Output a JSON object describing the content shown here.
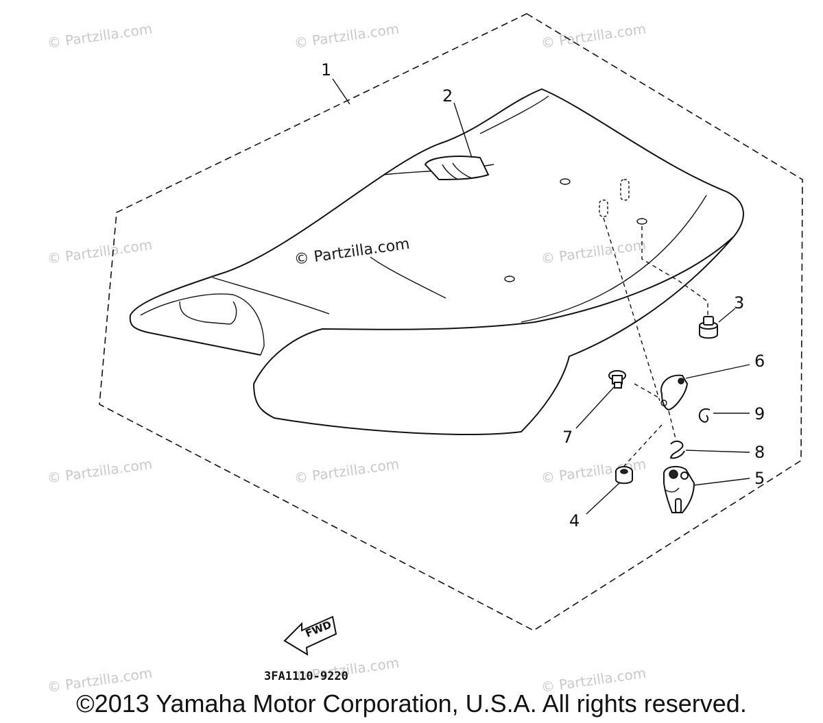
{
  "watermark": "© Partzilla.com",
  "callouts": {
    "c1": "1",
    "c2": "2",
    "c3": "3",
    "c4": "4",
    "c5": "5",
    "c6": "6",
    "c7": "7",
    "c8": "8",
    "c9": "9"
  },
  "forward_arrow_label": "FWD",
  "diagram_code": "3FA1110-9220",
  "copyright": "©2013  Yamaha Motor Corporation, U.S.A. All rights reserved."
}
